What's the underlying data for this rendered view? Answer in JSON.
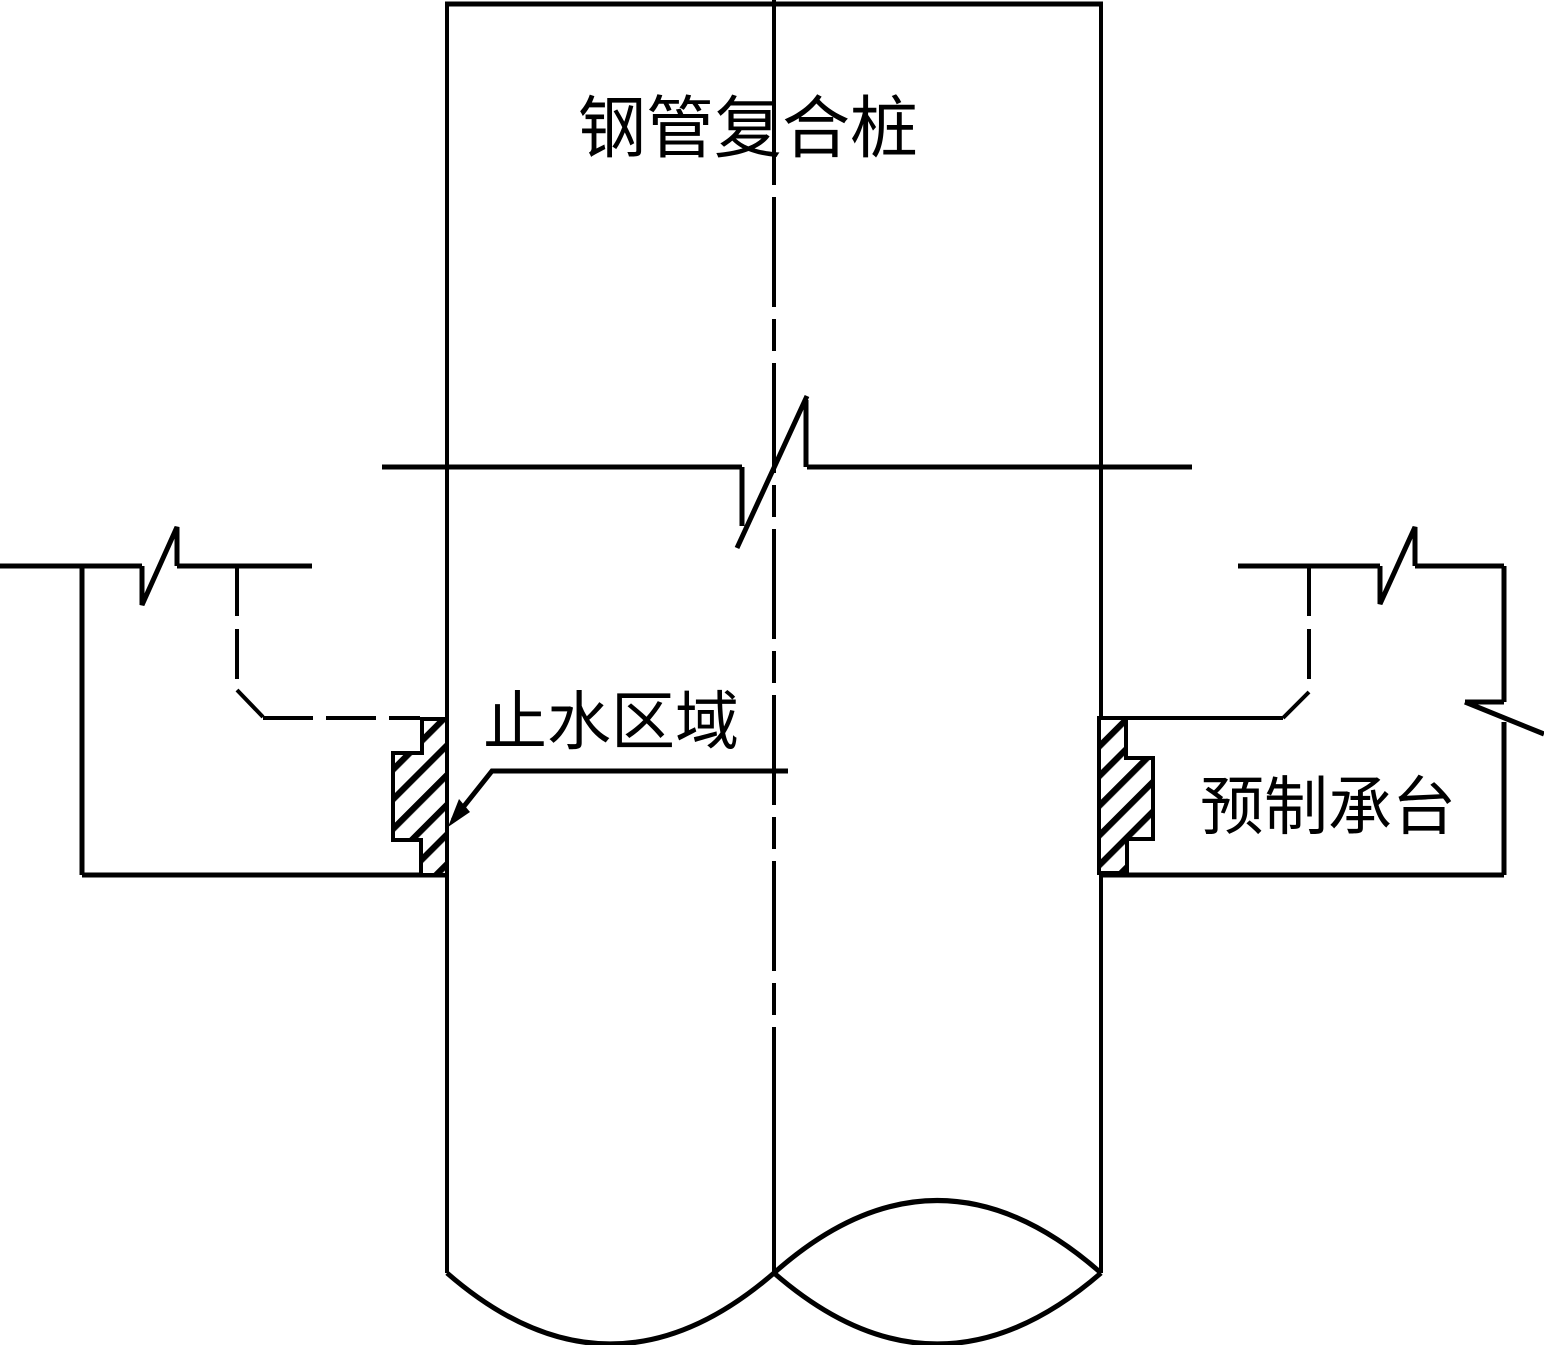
{
  "drawing": {
    "type": "engineering-section-diagram",
    "labels": {
      "pile": "钢管复合桩",
      "waterstop": "止水区域",
      "cap": "预制承台"
    },
    "colors": {
      "ink": "#000000",
      "paper": "#ffffff"
    }
  }
}
